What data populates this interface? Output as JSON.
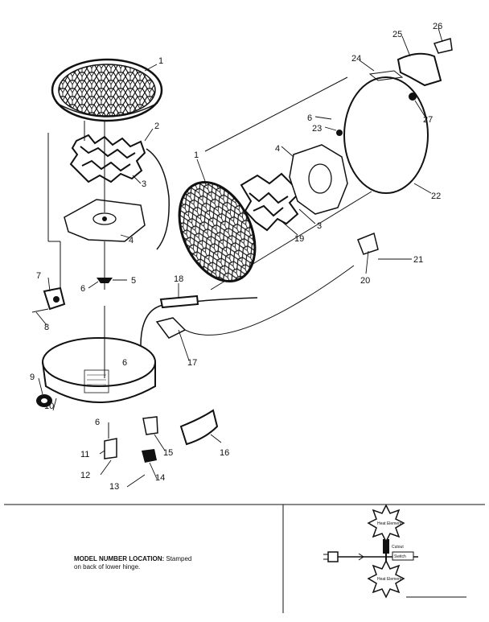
{
  "parts": [
    {
      "id": "callout-1-top",
      "label": "1"
    },
    {
      "id": "callout-2",
      "label": "2"
    },
    {
      "id": "callout-3-left",
      "label": "3"
    },
    {
      "id": "callout-4-left",
      "label": "4"
    },
    {
      "id": "callout-5",
      "label": "5"
    },
    {
      "id": "callout-6-left",
      "label": "6"
    },
    {
      "id": "callout-7",
      "label": "7"
    },
    {
      "id": "callout-8",
      "label": "8"
    },
    {
      "id": "callout-9",
      "label": "9"
    },
    {
      "id": "callout-10",
      "label": "10"
    },
    {
      "id": "callout-11",
      "label": "11"
    },
    {
      "id": "callout-12",
      "label": "12"
    },
    {
      "id": "callout-13",
      "label": "13"
    },
    {
      "id": "callout-14",
      "label": "14"
    },
    {
      "id": "callout-15",
      "label": "15"
    },
    {
      "id": "callout-6-ring",
      "label": "6"
    },
    {
      "id": "callout-6-lower",
      "label": "6"
    },
    {
      "id": "callout-16",
      "label": "16"
    },
    {
      "id": "callout-17",
      "label": "17"
    },
    {
      "id": "callout-18",
      "label": "18"
    },
    {
      "id": "callout-1-right",
      "label": "1"
    },
    {
      "id": "callout-4-right",
      "label": "4"
    },
    {
      "id": "callout-3-right",
      "label": "3"
    },
    {
      "id": "callout-19",
      "label": "19"
    },
    {
      "id": "callout-20",
      "label": "20"
    },
    {
      "id": "callout-21",
      "label": "21"
    },
    {
      "id": "callout-22",
      "label": "22"
    },
    {
      "id": "callout-6-right",
      "label": "6"
    },
    {
      "id": "callout-23",
      "label": "23"
    },
    {
      "id": "callout-24",
      "label": "24"
    },
    {
      "id": "callout-25",
      "label": "25"
    },
    {
      "id": "callout-26",
      "label": "26"
    },
    {
      "id": "callout-27",
      "label": "27"
    }
  ],
  "model_location": {
    "heading": "MODEL NUMBER LOCATION:",
    "line1": " Stamped",
    "line2": "on back of lower hinge."
  },
  "wiring": {
    "top_star": "Heat Element",
    "bottom_star": "Heat Element",
    "fuse": "Cutout",
    "switch": "Switch"
  }
}
